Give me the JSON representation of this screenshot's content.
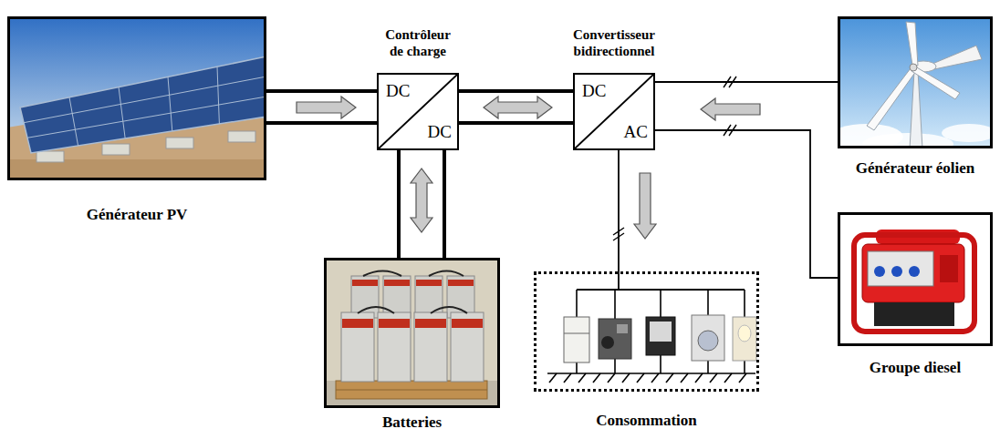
{
  "diagram": {
    "nodes": [
      {
        "text": [
          "Générateur PV"
        ]
      },
      {
        "text": [
          "Contrôleur de charge",
          "DC",
          "DC"
        ]
      },
      {
        "text": [
          "Convertisseur bidirectionnel",
          "DC",
          "AC"
        ]
      },
      {
        "text": [
          "Générateur éolien"
        ]
      },
      {
        "text": [
          "Batteries"
        ]
      },
      {
        "text": [
          "Consommation"
        ]
      },
      {
        "text": [
          "Groupe diesel"
        ]
      }
    ],
    "edges": [
      {
        "from": 0,
        "to": 1,
        "arrow": "to"
      },
      {
        "from": 1,
        "to": 2,
        "arrow": "both"
      },
      {
        "from": 1,
        "to": 4,
        "arrow": "both"
      },
      {
        "from": 3,
        "to": 2,
        "arrow": "to"
      },
      {
        "from": 2,
        "to": 5,
        "arrow": "to"
      },
      {
        "from": 6,
        "to": 2,
        "arrow": "none"
      }
    ]
  }
}
